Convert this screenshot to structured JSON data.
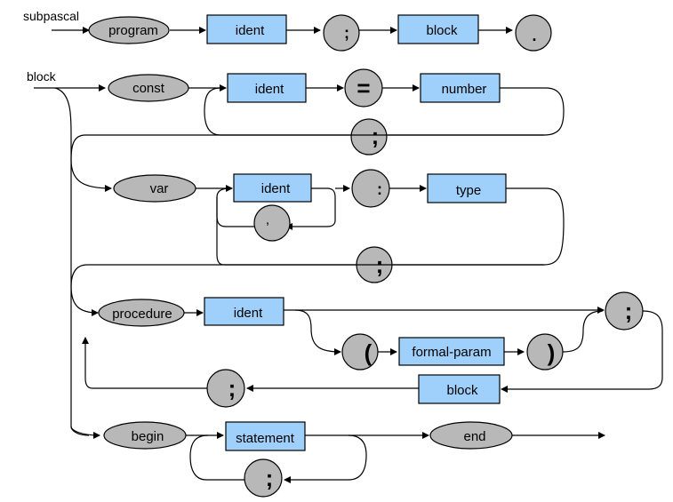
{
  "labels": {
    "subpascal": "subpascal",
    "block_rule": "block"
  },
  "nodes": {
    "program": "program",
    "ident_1": "ident",
    "semi_1": ";",
    "block_1": "block",
    "period": ".",
    "const": "const",
    "ident_2": "ident",
    "equals": "=",
    "number": "number",
    "semi_2": ";",
    "var": "var",
    "ident_3": "ident",
    "comma": ",",
    "colon": ":",
    "type": "type",
    "semi_3": ";",
    "procedure": "procedure",
    "ident_4": "ident",
    "lparen": "(",
    "formal_param": "formal-param",
    "rparen": ")",
    "semi_4": ";",
    "block_2": "block",
    "semi_5": ";",
    "begin": "begin",
    "statement": "statement",
    "semi_6": ";",
    "end": "end"
  },
  "colors": {
    "terminal_fill": "#b8b8b8",
    "nonterminal_fill": "#9fd0fb"
  }
}
